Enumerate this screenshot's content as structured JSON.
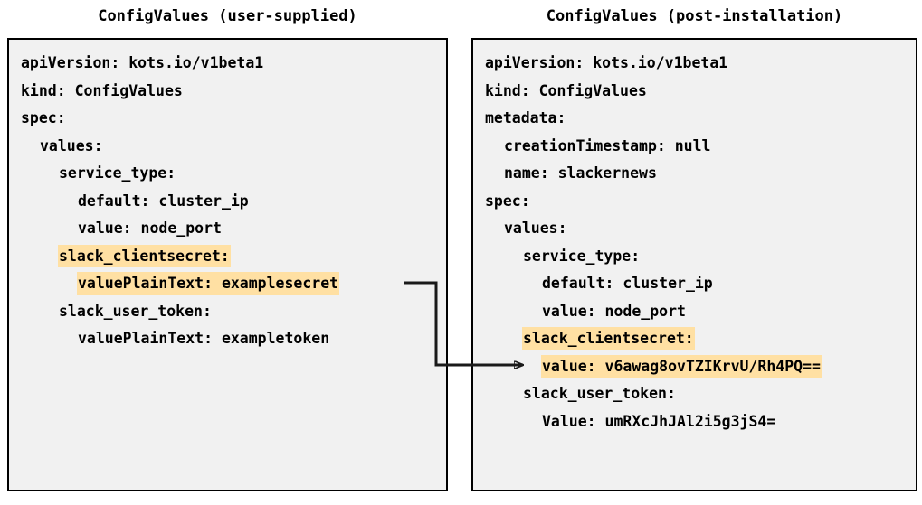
{
  "figure": {
    "background_color": "#ffffff",
    "box_fill_color": "#f1f1f1",
    "box_border_color": "#000000",
    "highlight_color": "#ffe0a3",
    "text_color": "#000000",
    "connector_color": "#1a1a1a"
  },
  "panels": [
    {
      "id": "user-supplied",
      "title": "ConfigValues (user-supplied)",
      "lines": [
        {
          "indent": 0,
          "text": "apiVersion: kots.io/v1beta1",
          "highlight": false
        },
        {
          "indent": 0,
          "text": "kind: ConfigValues",
          "highlight": false
        },
        {
          "indent": 0,
          "text": "spec:",
          "highlight": false
        },
        {
          "indent": 1,
          "text": "values:",
          "highlight": false
        },
        {
          "indent": 2,
          "text": "service_type:",
          "highlight": false
        },
        {
          "indent": 3,
          "text": "default: cluster_ip",
          "highlight": false
        },
        {
          "indent": 3,
          "text": "value: node_port",
          "highlight": false
        },
        {
          "indent": 2,
          "text": "slack_clientsecret:",
          "highlight": true
        },
        {
          "indent": 3,
          "text": "valuePlainText: examplesecret",
          "highlight": true
        },
        {
          "indent": 2,
          "text": "slack_user_token:",
          "highlight": false
        },
        {
          "indent": 3,
          "text": "valuePlainText: exampletoken",
          "highlight": false
        }
      ]
    },
    {
      "id": "post-installation",
      "title": "ConfigValues (post-installation)",
      "lines": [
        {
          "indent": 0,
          "text": "apiVersion: kots.io/v1beta1",
          "highlight": false
        },
        {
          "indent": 0,
          "text": "kind: ConfigValues",
          "highlight": false
        },
        {
          "indent": 0,
          "text": "metadata:",
          "highlight": false
        },
        {
          "indent": 1,
          "text": "creationTimestamp: null",
          "highlight": false
        },
        {
          "indent": 1,
          "text": "name: slackernews",
          "highlight": false
        },
        {
          "indent": 0,
          "text": "spec:",
          "highlight": false
        },
        {
          "indent": 1,
          "text": "values:",
          "highlight": false
        },
        {
          "indent": 2,
          "text": "service_type:",
          "highlight": false
        },
        {
          "indent": 3,
          "text": "default: cluster_ip",
          "highlight": false
        },
        {
          "indent": 3,
          "text": "value: node_port",
          "highlight": false
        },
        {
          "indent": 2,
          "text": "slack_clientsecret:",
          "highlight": true
        },
        {
          "indent": 3,
          "text": "value: v6awag8ovTZIKrvU/Rh4PQ==",
          "highlight": true
        },
        {
          "indent": 2,
          "text": "slack_user_token:",
          "highlight": false
        },
        {
          "indent": 3,
          "text": "Value: umRXcJhJAl2i5g3jS4=",
          "highlight": false
        }
      ]
    }
  ],
  "connector": {
    "label": "mapping-arrow",
    "from_line": "valuePlainText: examplesecret",
    "to_line": "value: v6awag8ovTZIKrvU/Rh4PQ=="
  }
}
